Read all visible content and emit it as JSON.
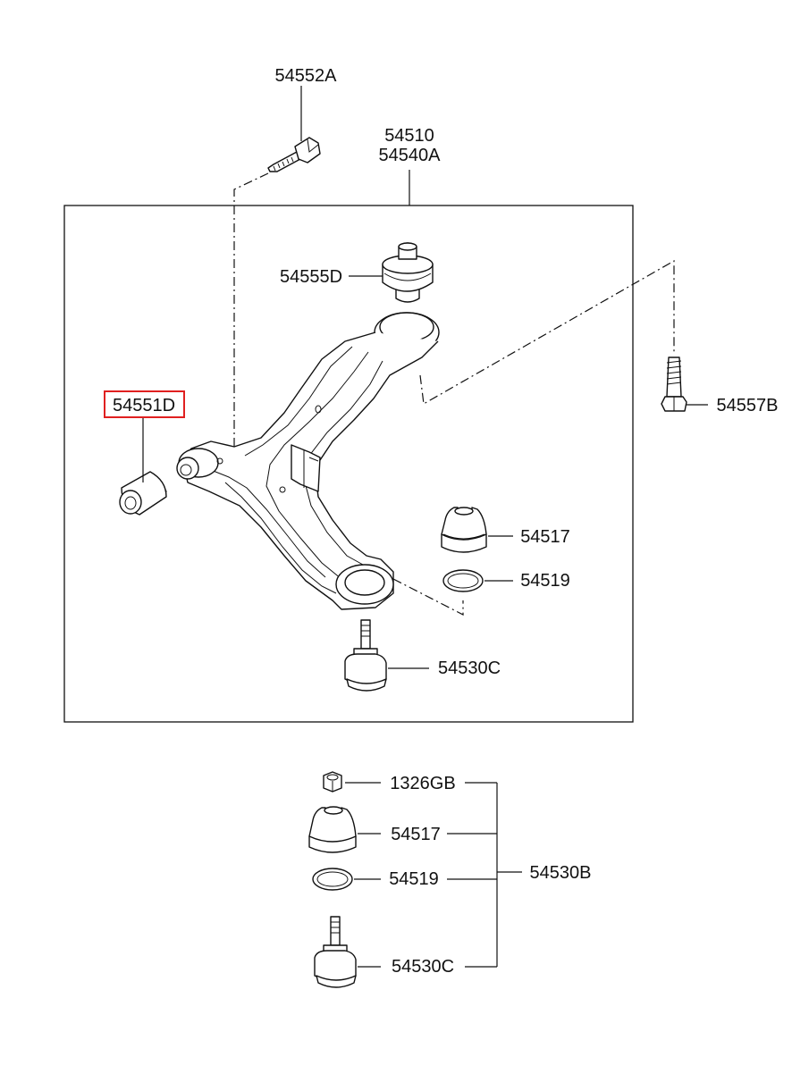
{
  "labels": {
    "bolt_top": "54552A",
    "arm_1": "54510",
    "arm_2": "54540A",
    "bushing_upper": "54555D",
    "bushing_front": "54551D",
    "bolt_right": "54557B",
    "boot_upper": "54517",
    "ring_upper": "54519",
    "balljoint_upper": "54530C",
    "nut": "1326GB",
    "boot_lower": "54517",
    "ring_lower": "54519",
    "balljoint_lower": "54530C",
    "assembly": "54530B"
  },
  "highlight": {
    "part": "54551D",
    "color": "#e02020"
  },
  "colors": {
    "line": "#111111",
    "background": "#ffffff"
  }
}
